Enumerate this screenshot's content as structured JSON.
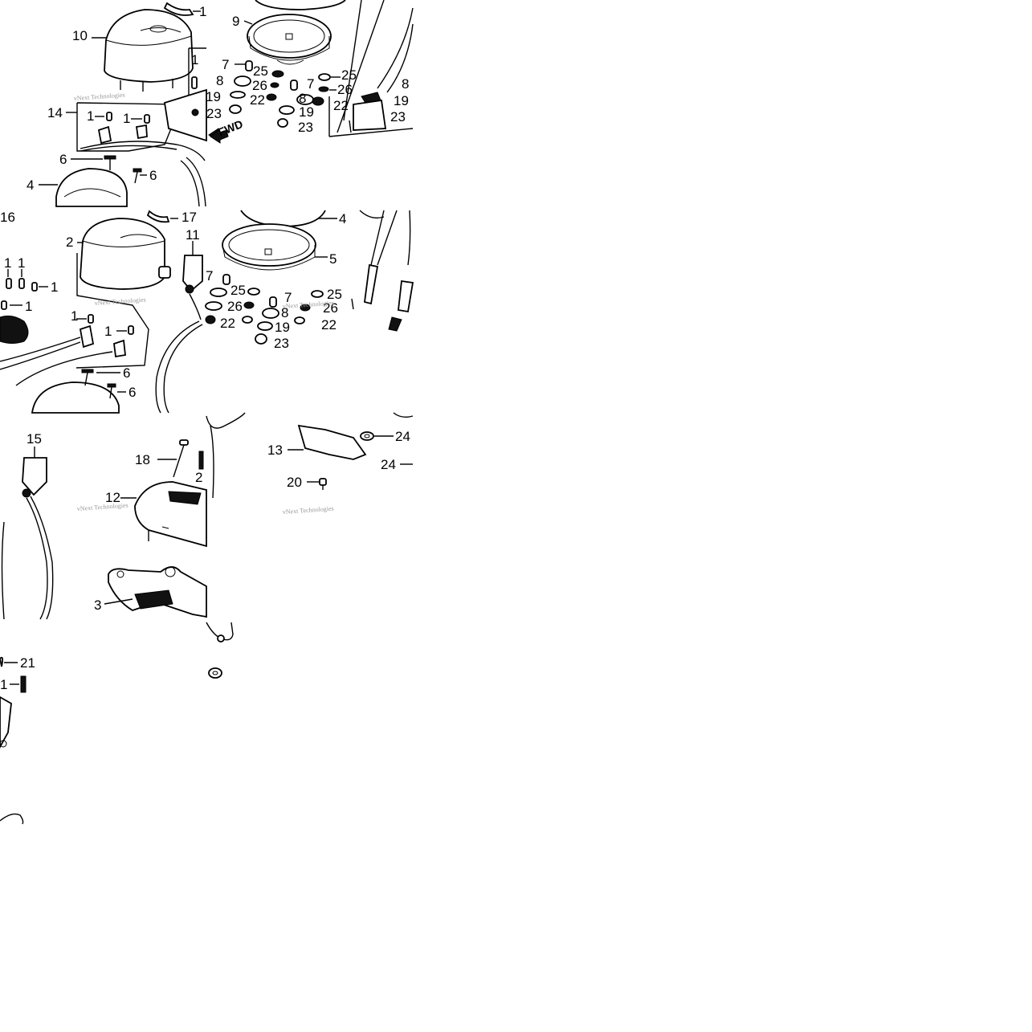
{
  "watermark": "vNext Technologies",
  "fwd_label": "FWD",
  "tile1": {
    "callouts": [
      "1",
      "10",
      "1",
      "14",
      "1",
      "1",
      "6",
      "6",
      "4"
    ],
    "watermark": "vNext Technologies"
  },
  "tile2": {
    "callouts": [
      "9",
      "7",
      "25",
      "25",
      "8",
      "26",
      "7",
      "26",
      "19",
      "22",
      "8",
      "22",
      "23",
      "19",
      "23",
      "8",
      "19",
      "23"
    ]
  },
  "tile3": {
    "callouts": [
      "16",
      "17",
      "2",
      "11",
      "1",
      "1",
      "1",
      "1",
      "1",
      "1",
      "6",
      "6"
    ],
    "watermark": "vNext Technologies"
  },
  "tile4": {
    "callouts": [
      "4",
      "5",
      "7",
      "25",
      "7",
      "25",
      "26",
      "26",
      "8",
      "22",
      "22",
      "19",
      "23"
    ],
    "watermark": "vNext Technologies"
  },
  "tile5": {
    "callouts": [
      "15",
      "18",
      "2",
      "12",
      "3"
    ],
    "watermark": "vNext Technologies"
  },
  "tile6": {
    "callouts": [
      "24",
      "13",
      "24",
      "20"
    ],
    "watermark": "vNext Technologies"
  },
  "tile7": {
    "callouts": [
      "21",
      "1"
    ]
  },
  "colors": {
    "ink": "#000000",
    "background": "#ffffff",
    "watermark": "#9a9a9a"
  }
}
